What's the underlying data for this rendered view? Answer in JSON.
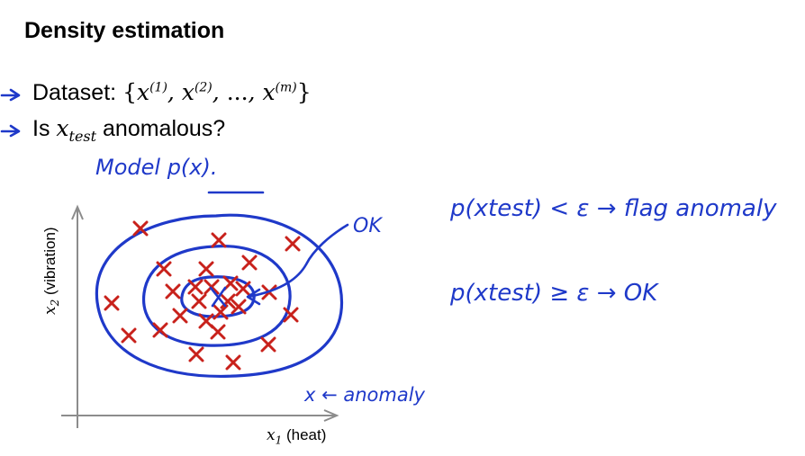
{
  "slide": {
    "title": "Density estimation",
    "bullets": [
      {
        "prefix": "Dataset: ",
        "math_open": "{",
        "math_items": [
          {
            "base": "x",
            "sup": "(1)"
          },
          {
            "base": "x",
            "sup": "(2)"
          },
          {
            "base": "x",
            "sup": "(m)"
          }
        ],
        "ellipsis": "...",
        "math_close": "}"
      },
      {
        "prefix": "Is ",
        "var_base": "x",
        "var_sub": "test",
        "suffix": " anomalous?"
      }
    ],
    "x_axis": {
      "var": "x",
      "sub": "1",
      "label": "(heat)"
    },
    "y_axis": {
      "var": "x",
      "sub": "2",
      "label": "(vibration)"
    }
  },
  "handwriting": {
    "model": "Model p(x).",
    "ok_label": "OK",
    "rule1": "p(xtest) < ε → flag anomaly",
    "rule2": "p(xtest) ≥ ε → OK",
    "anomaly_note": "x ← anomaly"
  },
  "colors": {
    "ink_blue": "#1f39c9",
    "data_red": "#c8211b",
    "axis_gray": "#8c8c8c"
  }
}
